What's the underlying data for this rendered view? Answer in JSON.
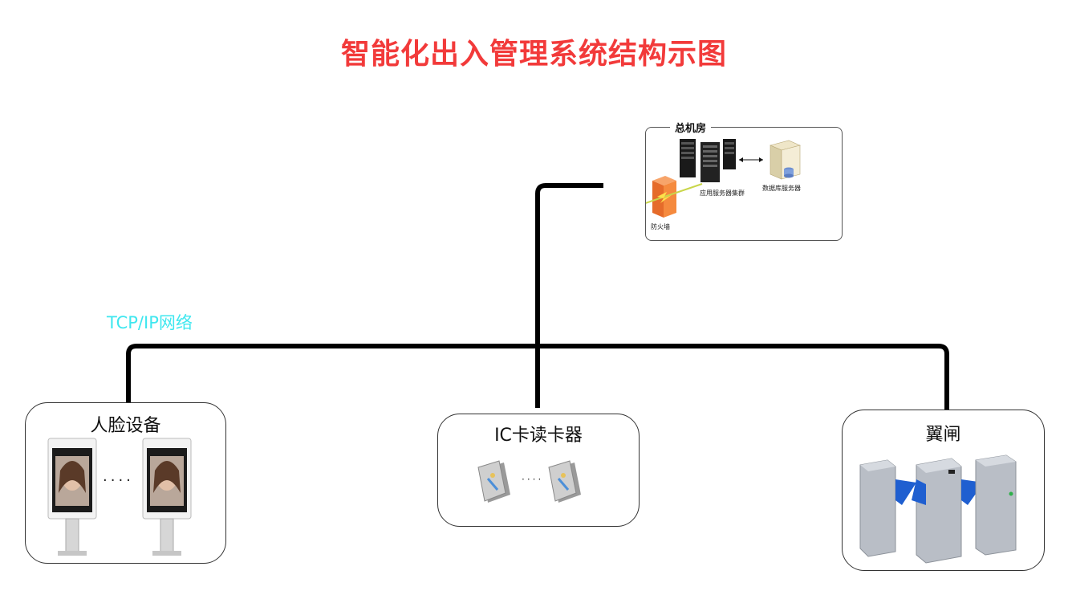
{
  "title": "智能化出入管理系统结构示图",
  "network_label": "TCP/IP网络",
  "server_room": {
    "title": "总机房",
    "app_cluster_label": "应用服务器集群",
    "db_server_label": "数据库服务器",
    "firewall_label": "防火墙"
  },
  "devices": {
    "face": {
      "label": "人脸设备",
      "separator": "····"
    },
    "ic": {
      "label": "IC卡读卡器",
      "separator": "····"
    },
    "gate": {
      "label": "翼闸"
    }
  },
  "colors": {
    "title": "#f23a3a",
    "network_label": "#3fe7ef",
    "wire": "#000000",
    "gate_flap": "#1f5fd0"
  }
}
